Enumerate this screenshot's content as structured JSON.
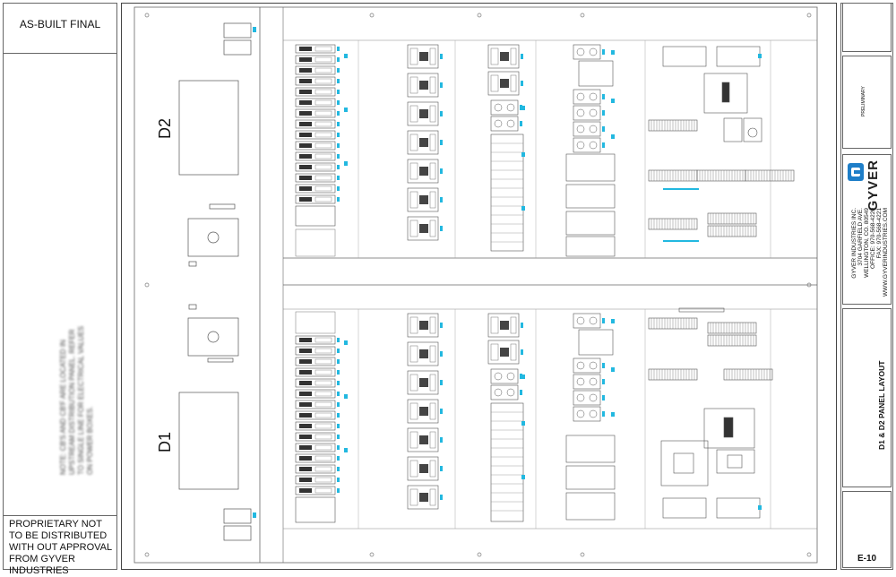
{
  "stamp": {
    "as_built": "AS-BUILT FINAL"
  },
  "note": {
    "text": "NOTE: CB'S AND CB'F ARE LOCATED IN UPSTREAM DISTRIBUTION PANEL. REFER TO SINGLE LINE FOR ELECTRICAL VALUES ON POWER BOXES."
  },
  "proprietary": {
    "text": "PROPRIETARY NOT TO BE DISTRIBUTED WITH OUT APPROVAL FROM GYVER INDUSTRIES"
  },
  "panels": {
    "upper_label": "D2",
    "lower_label": "D1"
  },
  "company": {
    "logo_text": "GYVER",
    "lines": [
      "GYVER INDUSTRIES INC.",
      "3704 GARFIELD AVE.",
      "WELLINGTON, CO. 80549",
      "OFFICE: 970-568-4220",
      "FAX: 970-568-4221",
      "WWW.GYVERINDUSTRIES.COM"
    ]
  },
  "revision": {
    "status_label": "PRELIMINARY"
  },
  "drawing": {
    "title": "D1 & D2 PANEL LAYOUT",
    "sheet_number": "E-10"
  },
  "colors": {
    "line": "#555555",
    "accent_cyan": "#22b8e0",
    "logo_blue": "#1e7ec8"
  }
}
